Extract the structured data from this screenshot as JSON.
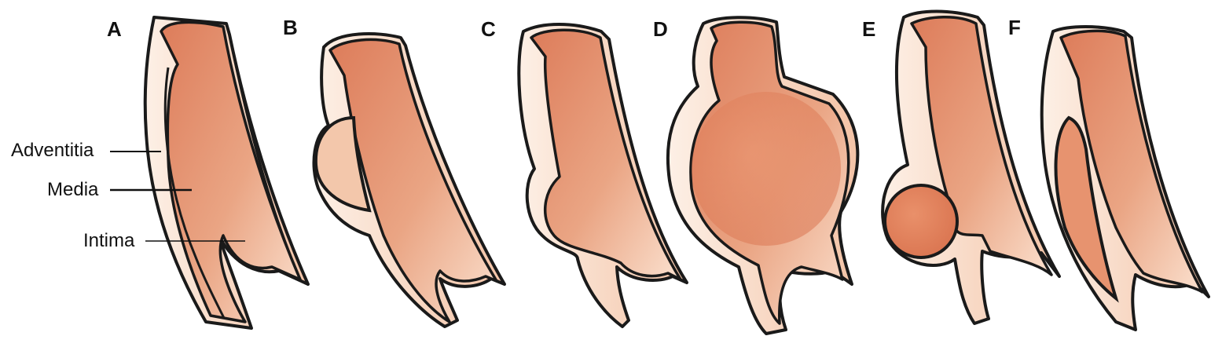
{
  "figure": {
    "panels": [
      {
        "label": "A"
      },
      {
        "label": "B"
      },
      {
        "label": "C"
      },
      {
        "label": "D"
      },
      {
        "label": "E"
      },
      {
        "label": "F"
      }
    ],
    "layer_labels": {
      "adventitia": "Adventitia",
      "media": "Media",
      "intima": "Intima"
    },
    "colors": {
      "outline": "#1a1a1a",
      "wall_light": "#fbe3d2",
      "wall_mid": "#f2bfa1",
      "lumen_dark": "#dd7c5a",
      "lumen_mid": "#e9a07e",
      "lumen_light": "#f9d9c5"
    }
  }
}
